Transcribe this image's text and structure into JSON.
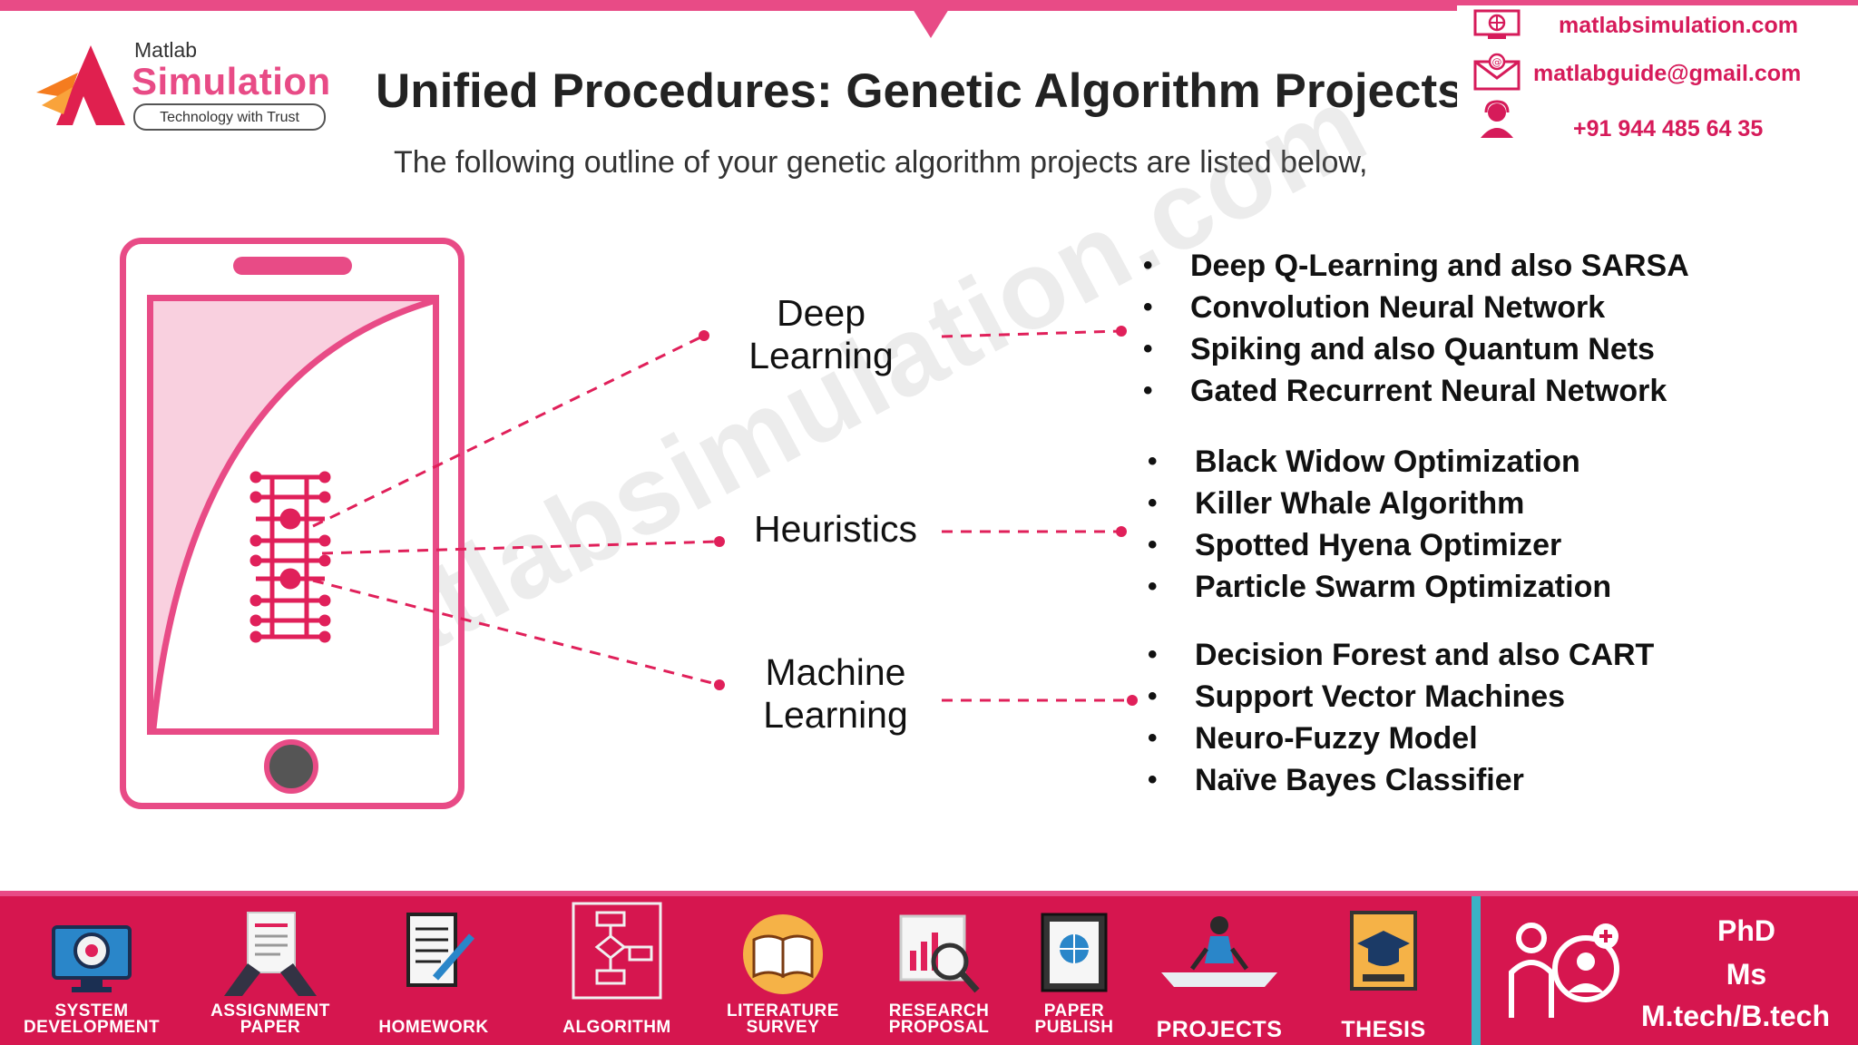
{
  "logo": {
    "small": "Matlab",
    "big": "Simulation",
    "tagline": "Technology with Trust"
  },
  "header": {
    "title": "Unified Procedures: Genetic Algorithm Projects",
    "subtitle": "The following outline of your genetic algorithm projects are listed below,"
  },
  "contact": {
    "website": "matlabsimulation.com",
    "email": "matlabguide@gmail.com",
    "phone": "+91 944 485 64 35"
  },
  "watermark": "matlabsimulation.com",
  "categories": [
    {
      "lines": [
        "Deep",
        "Learning"
      ],
      "items": [
        "Deep Q-Learning and also SARSA",
        "Convolution Neural Network",
        "Spiking and also Quantum Nets",
        "Gated Recurrent Neural Network"
      ]
    },
    {
      "lines": [
        "Heuristics"
      ],
      "items": [
        "Black Widow Optimization",
        "Killer Whale Algorithm",
        "Spotted Hyena Optimizer",
        "Particle Swarm Optimization"
      ]
    },
    {
      "lines": [
        "Machine",
        "Learning"
      ],
      "items": [
        "Decision Forest and also CART",
        "Support Vector Machines",
        "Neuro-Fuzzy Model",
        "Naïve Bayes Classifier"
      ]
    }
  ],
  "bottom_nav": [
    {
      "l1": "SYSTEM",
      "l2": "DEVELOPMENT",
      "icon": "monitor-gear-icon"
    },
    {
      "l1": "ASSIGNMENT",
      "l2": "PAPER",
      "icon": "paper-hands-icon"
    },
    {
      "l1": "HOMEWORK",
      "l2": "",
      "icon": "notebook-pen-icon"
    },
    {
      "l1": "ALGORITHM",
      "l2": "",
      "icon": "flowchart-icon"
    },
    {
      "l1": "LITERATURE",
      "l2": "SURVEY",
      "icon": "open-book-icon"
    },
    {
      "l1": "RESEARCH",
      "l2": "PROPOSAL",
      "icon": "chart-magnifier-icon"
    },
    {
      "l1": "PAPER",
      "l2": "PUBLISH",
      "icon": "globe-document-icon"
    },
    {
      "l1": "PROJECTS",
      "l2": "",
      "icon": "person-desk-icon"
    },
    {
      "l1": "THESIS",
      "l2": "",
      "icon": "graduation-cap-icon"
    }
  ],
  "degrees": [
    "PhD",
    "Ms",
    "M.tech/B.tech"
  ],
  "colors": {
    "accent": "#e84b86",
    "bar": "#d6164f",
    "divider": "#3ab2c6"
  }
}
